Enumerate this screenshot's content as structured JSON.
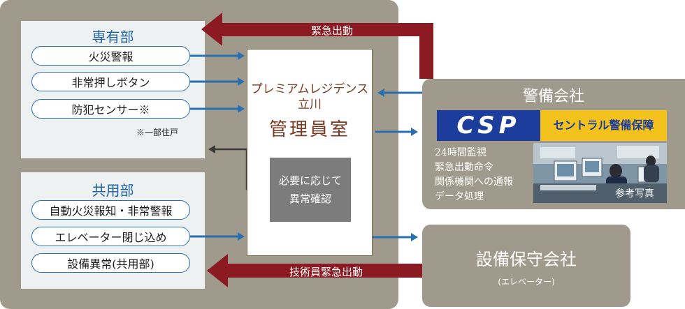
{
  "private_area": {
    "title": "専有部",
    "items": [
      "火災警報",
      "非常押しボタン",
      "防犯センサー※"
    ],
    "note": "※一部住戸"
  },
  "common_area": {
    "title": "共用部",
    "items": [
      "自動火災報知・非常警報",
      "エレベーター閉じ込め",
      "設備異常(共用部)"
    ]
  },
  "management_office": {
    "name_line1": "プレミアムレジデンス",
    "name_line2": "立川",
    "name_line3": "管理員室",
    "check_line1": "必要に応じて",
    "check_line2": "異常確認"
  },
  "security_company": {
    "title": "警備会社",
    "logo_text": "CSP",
    "logo_subtext": "セントラル警備保障",
    "duties": [
      "24時間監視",
      "緊急出動命令",
      "関係機関への通報",
      "データ処理"
    ],
    "photo_caption": "参考写真"
  },
  "maintenance_company": {
    "title": "設備保守会社",
    "subtitle": "(エレベーター)"
  },
  "arrows": {
    "emergency_dispatch": "緊急出動",
    "technician_dispatch": "技術員緊急出動"
  },
  "colors": {
    "frame": "#9f9a8c",
    "panel": "#eef1f2",
    "blue_arrow": "#2a6fb0",
    "red_arrow": "#8b1a22",
    "title_blue": "#1d62a4",
    "management_text": "#7a3a22"
  }
}
